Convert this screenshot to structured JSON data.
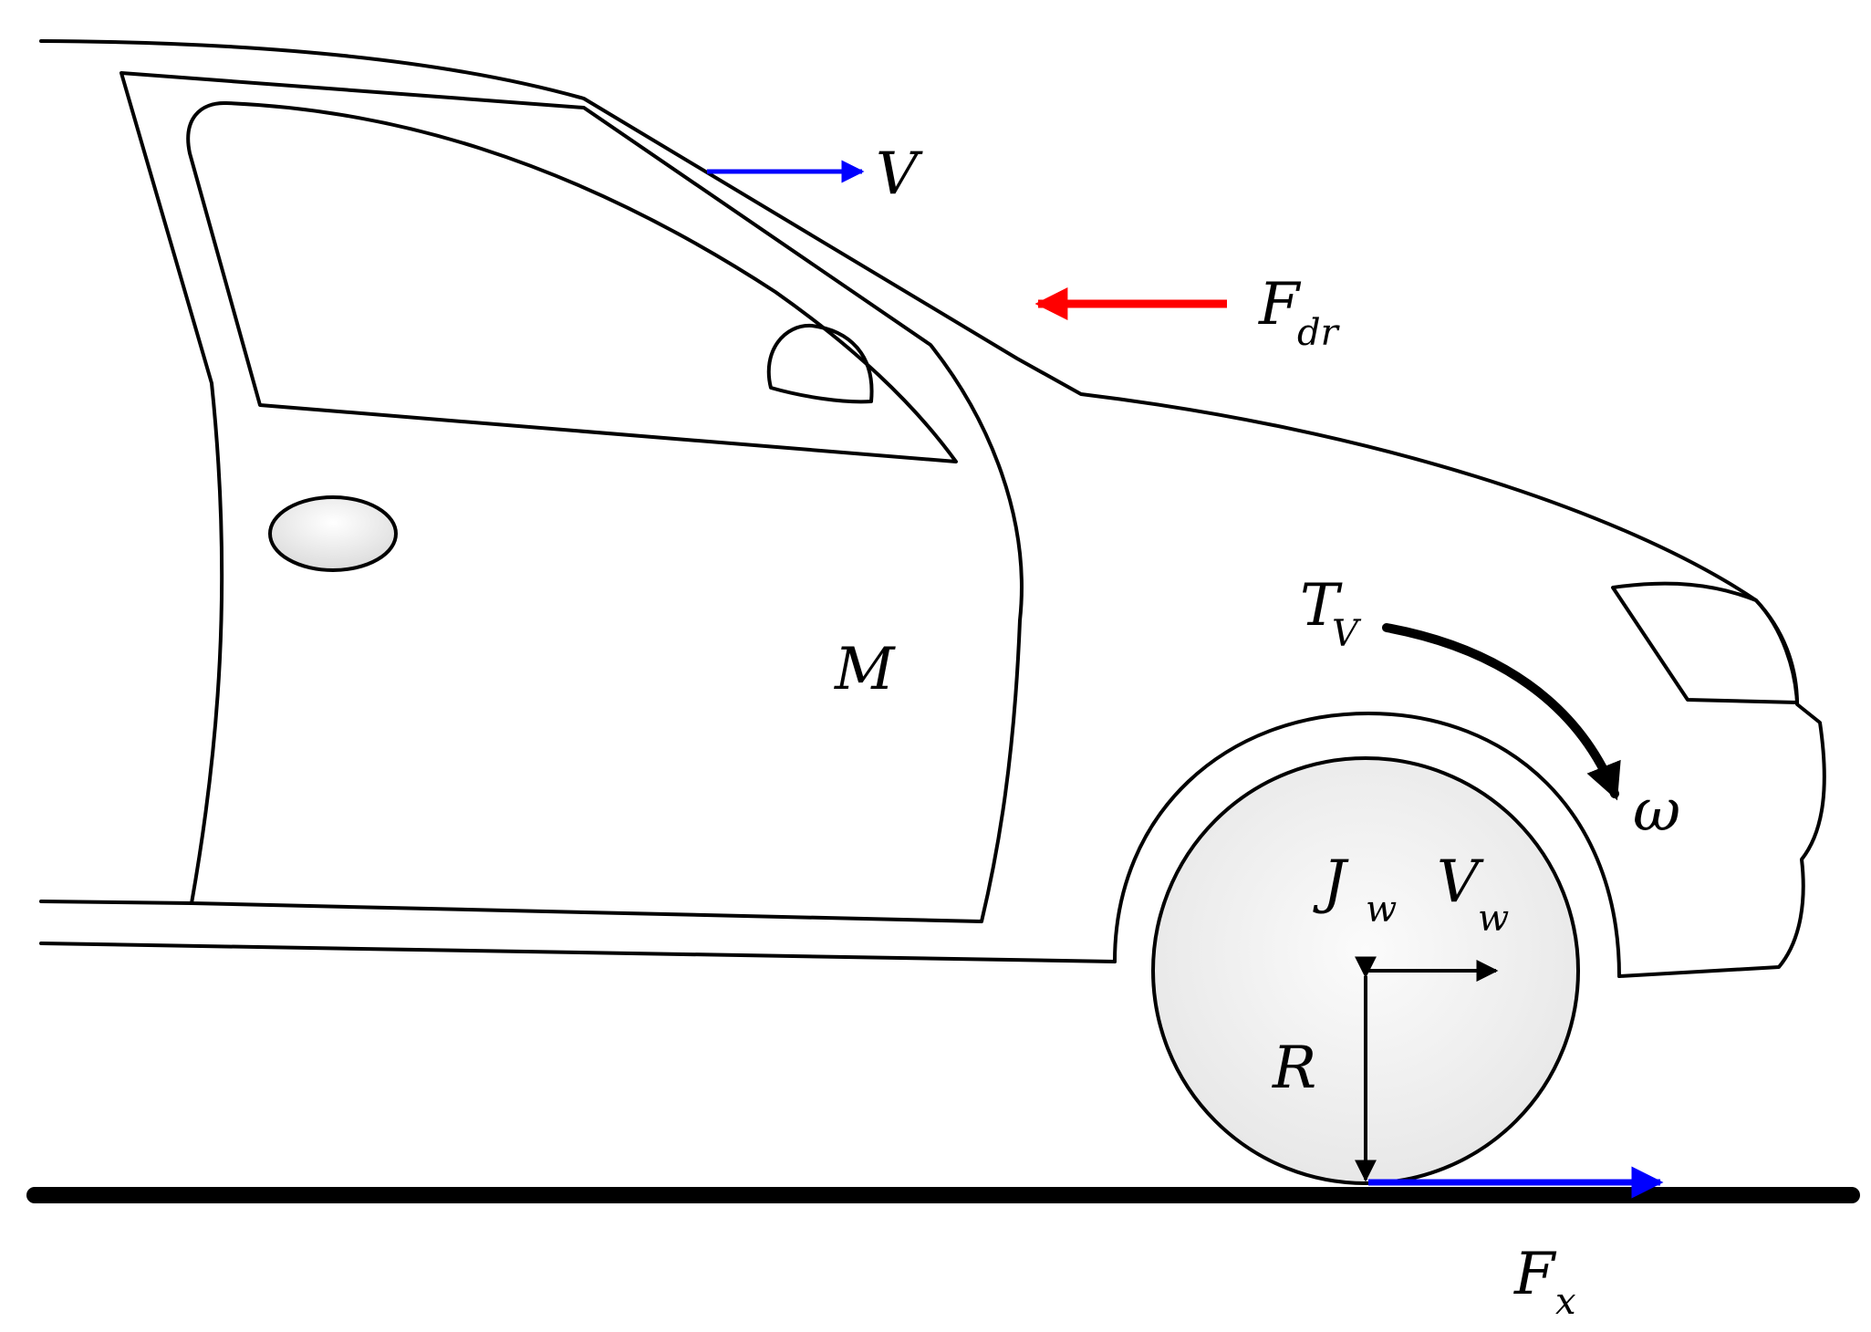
{
  "labels": {
    "velocity": "V",
    "drag_force_main": "F",
    "drag_force_sub": "dr",
    "mass": "M",
    "torque_main": "T",
    "torque_sub": "V",
    "angular_velocity": "ω",
    "wheel_inertia_main": "J",
    "wheel_inertia_sub": "w",
    "wheel_velocity_main": "V",
    "wheel_velocity_sub": "w",
    "radius": "R",
    "traction_force_main": "F",
    "traction_force_sub": "x"
  },
  "colors": {
    "outline": "#000000",
    "velocity_arrow": "#0000ff",
    "drag_arrow": "#ff0000",
    "traction_arrow": "#0000ff",
    "wheel_fill": "#f2f2f2"
  }
}
